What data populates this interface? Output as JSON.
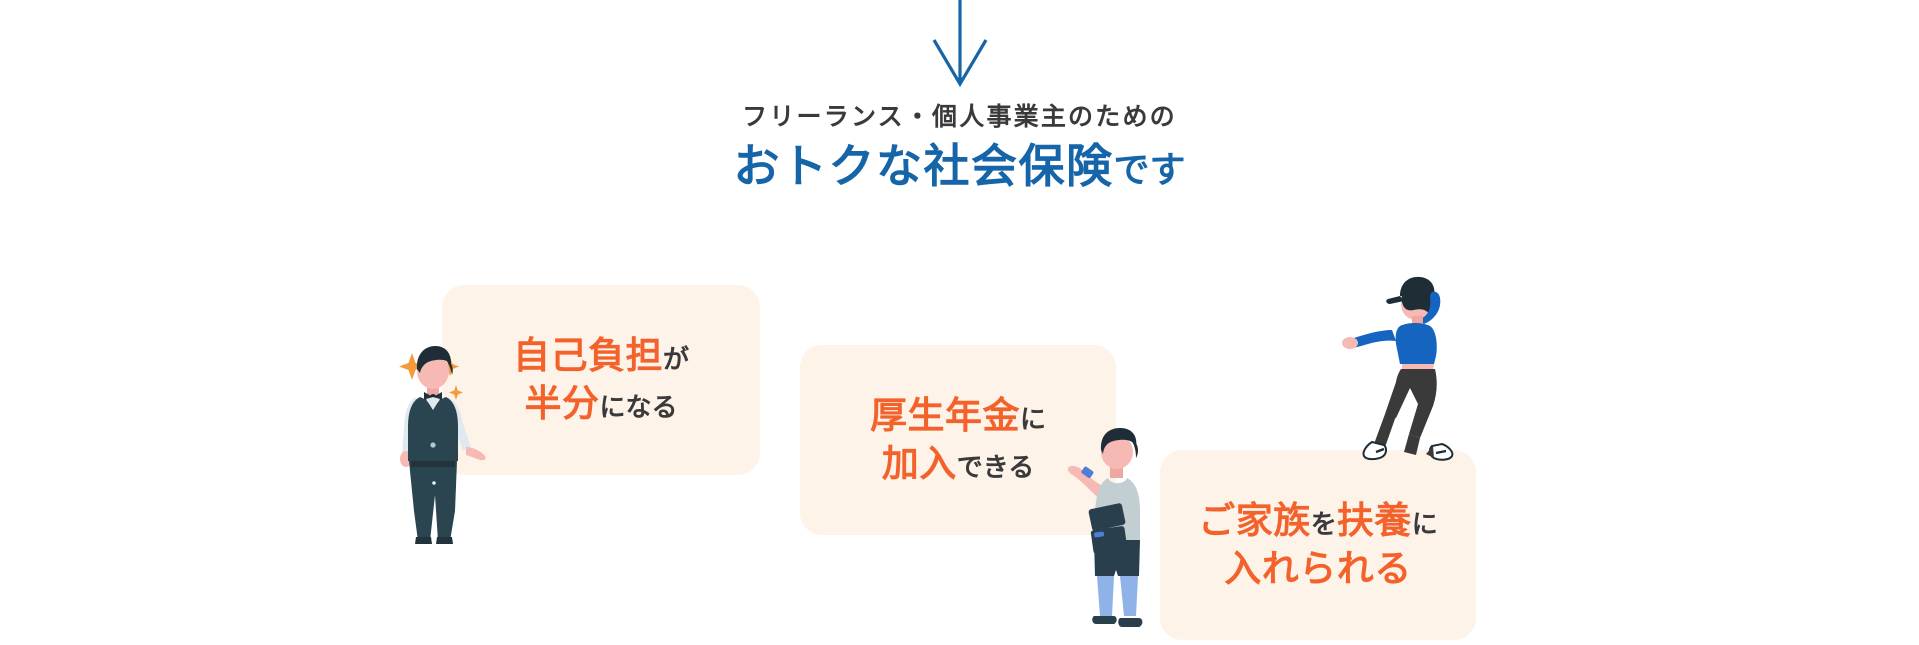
{
  "page": {
    "background_color": "#ffffff",
    "accent_blue": "#1565a8",
    "accent_orange": "#f4622c",
    "card_background": "#fdf3e9",
    "text_dark": "#3a3a3a"
  },
  "arrow": {
    "icon": "arrow-down-icon",
    "color": "#1565a8",
    "direction": "down"
  },
  "heading": {
    "eyebrow": "フリーランス・個人事業主のための",
    "headline_main": "おトクな社会保険",
    "headline_tail": "です"
  },
  "cards": [
    {
      "id": "card-1",
      "line1_emphasis": "自己負担",
      "line1_suffix": "が",
      "line2_emphasis": "半分",
      "line2_suffix": "になる",
      "background_color": "#fdf3e9"
    },
    {
      "id": "card-2",
      "line1_emphasis": "厚生年金",
      "line1_suffix": "に",
      "line2_emphasis": "加入",
      "line2_suffix": "できる",
      "background_color": "#fdf3e9"
    },
    {
      "id": "card-3",
      "line1_emphasis": "ご家族",
      "line1_mid": "を",
      "line1_emphasis2": "扶養",
      "line1_suffix": "に",
      "line2_emphasis": "入れられる",
      "line2_suffix": "",
      "background_color": "#fdf3e9"
    }
  ],
  "illustrations": [
    {
      "id": "figure-waiter",
      "name": "waiter-illustration",
      "description": "男性 ウェイター",
      "colors": {
        "suit": "#2a4450",
        "shirt": "#dfe9ee",
        "skin": "#f7b9b4",
        "hair": "#1e2d36",
        "sparkle": "#f59a3c"
      }
    },
    {
      "id": "figure-tablet",
      "name": "person-with-tablet-illustration",
      "description": "タブレットを持つ人物",
      "colors": {
        "top": "#c3ced2",
        "shorts": "#2a3f4d",
        "legs": "#8fb2e8",
        "skin": "#f7b9b4",
        "hair": "#1e2d36",
        "shoes": "#2a3f4d"
      }
    },
    {
      "id": "figure-walker",
      "name": "walking-woman-illustration",
      "description": "歩く女性",
      "colors": {
        "top": "#1565c0",
        "pants": "#3a3a3a",
        "skin": "#f7b9b4",
        "hair": "#1e2d36",
        "cap": "#1e2d36",
        "shoes": "#ffffff"
      }
    }
  ]
}
